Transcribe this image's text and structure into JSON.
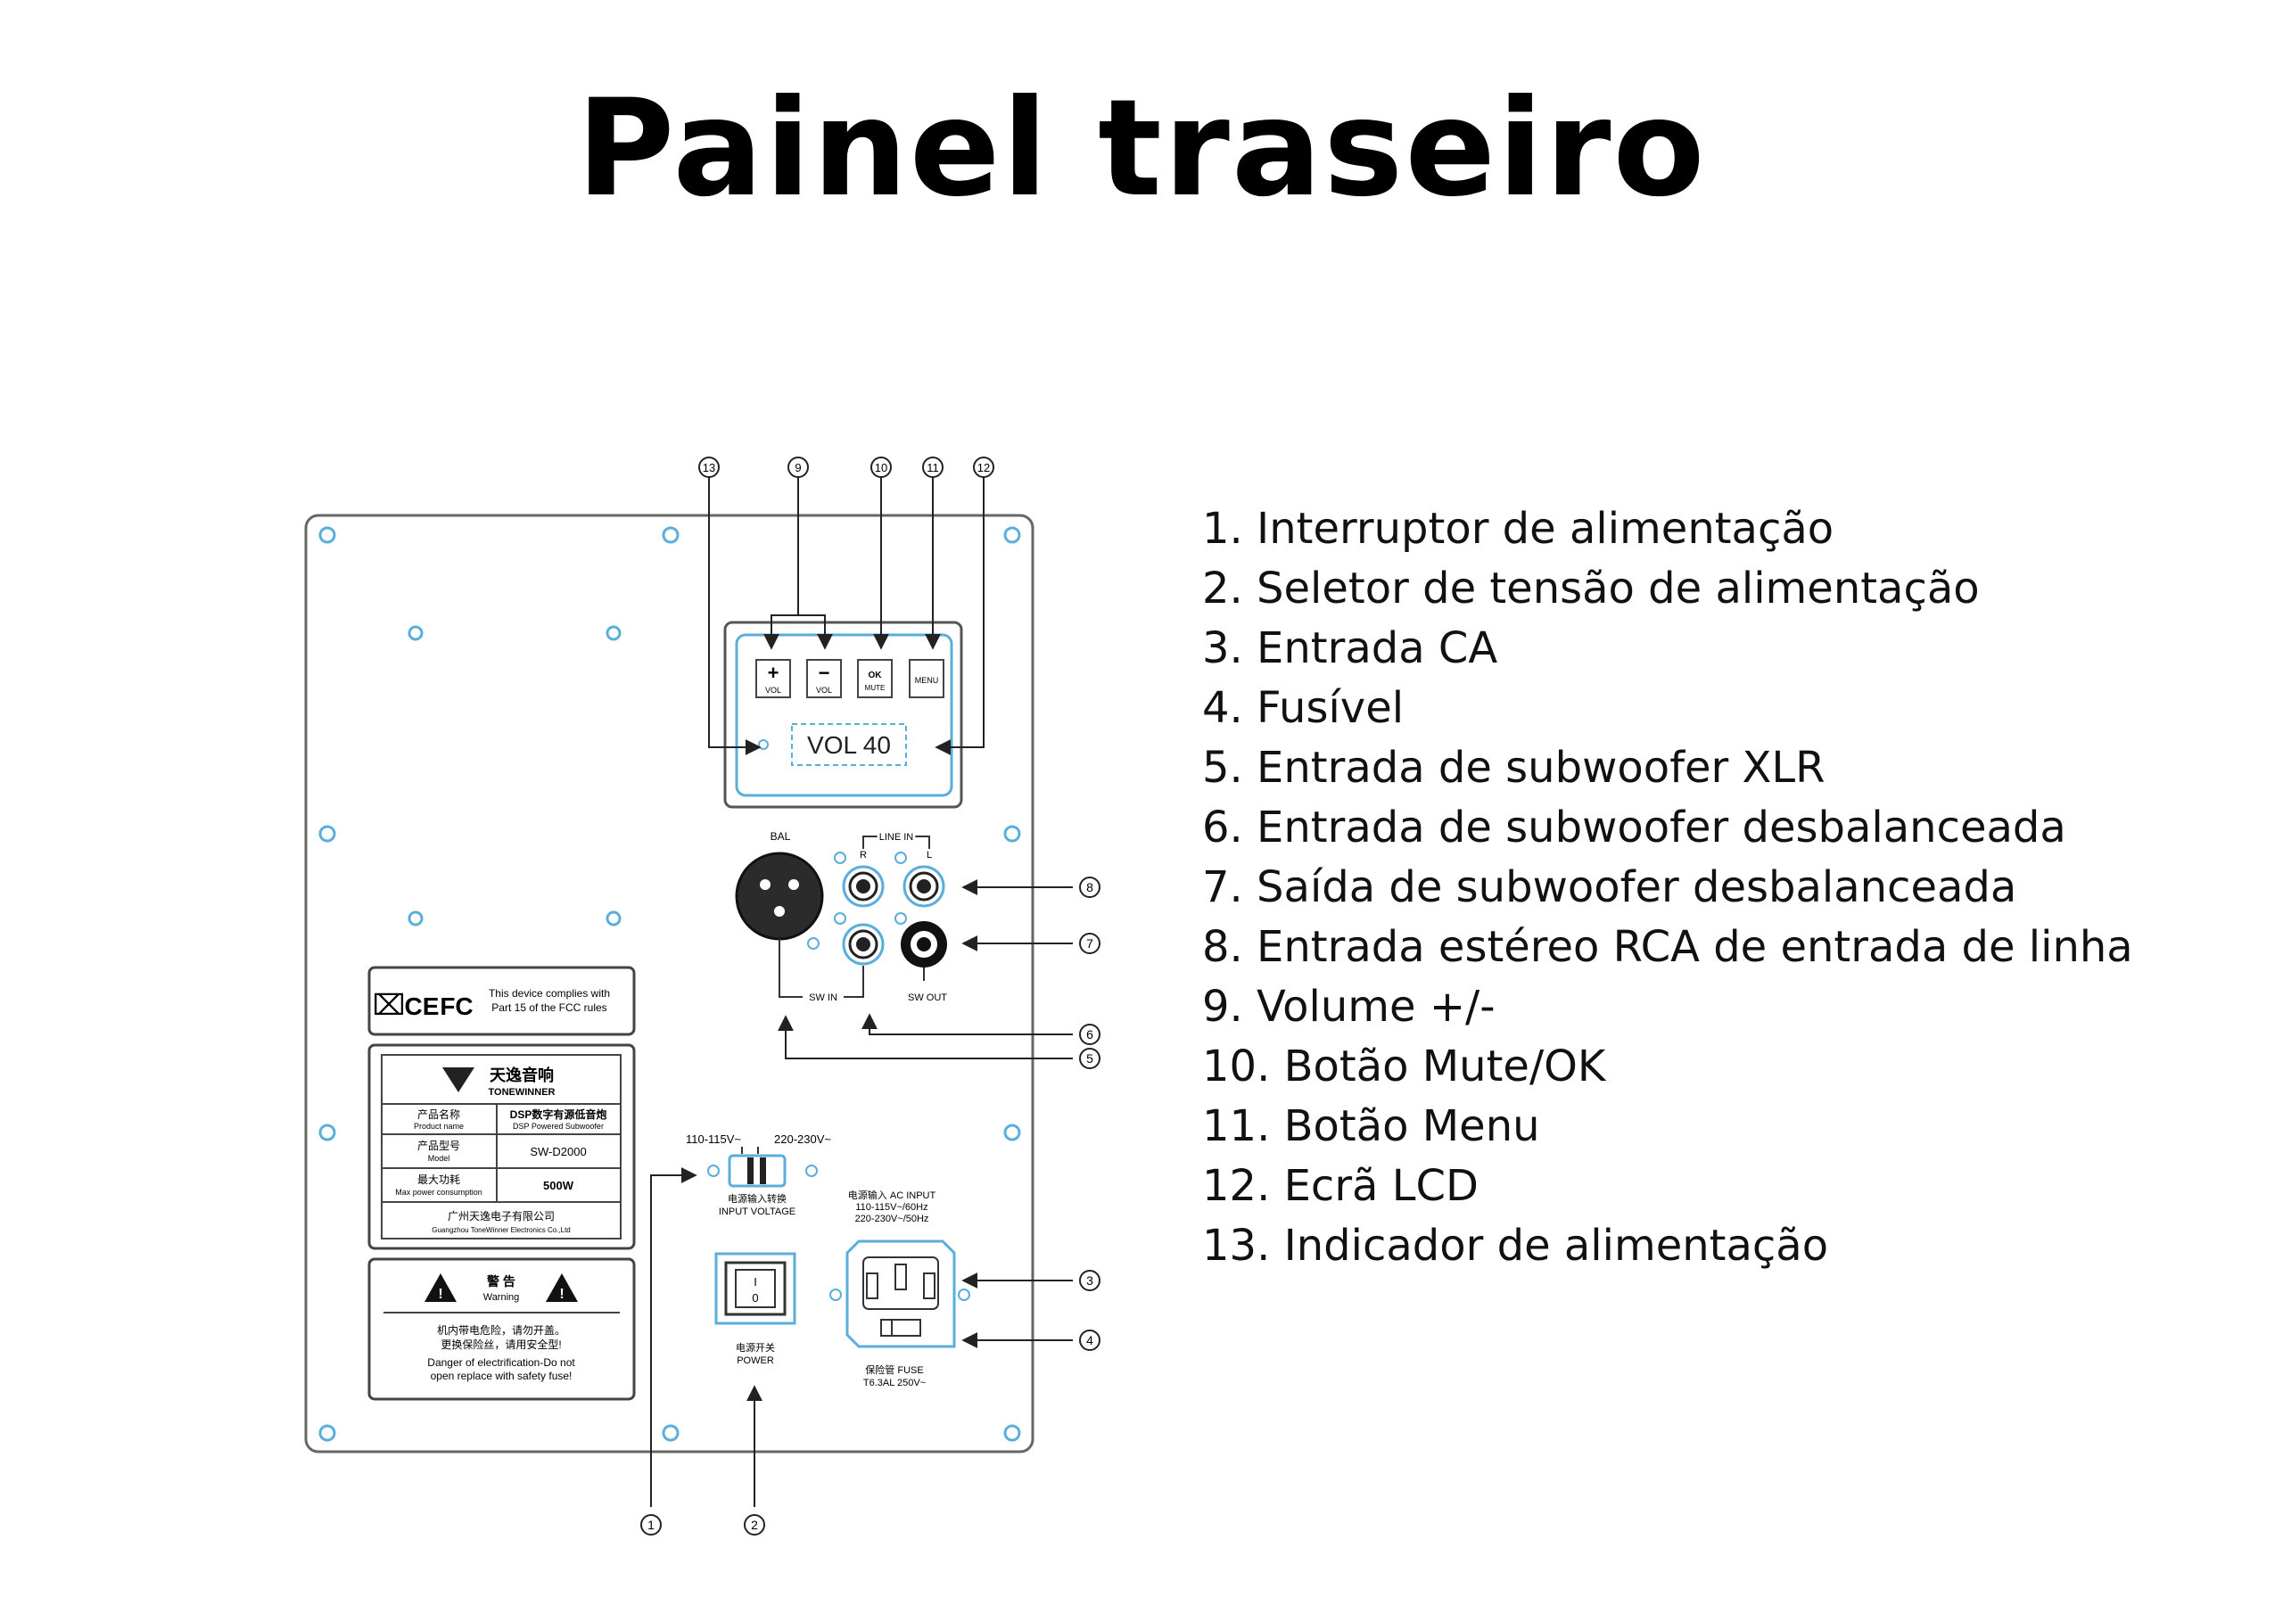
{
  "title": "Painel traseiro",
  "legend": [
    "1. Interruptor de alimentação",
    "2. Seletor de tensão de alimentação",
    "3. Entrada CA",
    "4. Fusível",
    "5. Entrada de subwoofer XLR",
    "6. Entrada de subwoofer desbalanceada",
    "7. Saída de subwoofer desbalanceada",
    "8. Entrada estéreo RCA de entrada de linha",
    "9. Volume +/-",
    "10. Botão Mute/OK",
    "11. Botão Menu",
    "12. Ecrã LCD",
    "13. Indicador de alimentação"
  ],
  "callouts": {
    "n1": "1",
    "n2": "2",
    "n3": "3",
    "n4": "4",
    "n5": "5",
    "n6": "6",
    "n7": "7",
    "n8": "8",
    "n9": "9",
    "n10": "10",
    "n11": "11",
    "n12": "12",
    "n13": "13"
  },
  "panel": {
    "btn_vol_plus": "VOL",
    "btn_vol_minus": "VOL",
    "btn_mute": "MUTE",
    "btn_ok": "OK",
    "btn_menu": "MENU",
    "lcd": "VOL 40",
    "bal": "BAL",
    "line_in": "LINE IN",
    "r": "R",
    "l": "L",
    "sw_in": "SW IN",
    "sw_out": "SW OUT",
    "fcc": "This device complies with",
    "fcc2": "Part 15 of the FCC rules",
    "ce": "CE",
    "fc": "FC",
    "brand_cn": "天逸音响",
    "brand_en": "TONEWINNER",
    "row1_cn": "产品名称",
    "row1_en": "Product name",
    "row1_v_cn": "DSP数字有源低音炮",
    "row1_v_en": "DSP Powered Subwoofer",
    "row2_cn": "产品型号",
    "row2_en": "Model",
    "row2_v": "SW-D2000",
    "row3_cn": "最大功耗",
    "row3_en": "Max power consumption",
    "row3_v": "500W",
    "company_cn": "广州天逸电子有限公司",
    "company_en": "Guangzhou ToneWinner Electronics Co.,Ltd",
    "warn_cn": "警 告",
    "warn_en": "Warning",
    "warn1": "机内带电危险，请勿开盖。",
    "warn2": "更换保险丝，请用安全型!",
    "warn3": "Danger of electrification-Do not",
    "warn4": "open replace with safety fuse!",
    "v_low": "110-115V~",
    "v_high": "220-230V~",
    "vsel_cn": "电源输入转换",
    "vsel_en": "INPUT  VOLTAGE",
    "sw_i": "I",
    "sw_o": "0",
    "pwr_cn": "电源开关",
    "pwr_en": "POWER",
    "ac_cn": "电源输入 AC INPUT",
    "ac1": "110-115V~/60Hz",
    "ac2": "220-230V~/50Hz",
    "fuse_cn": "保险管 FUSE",
    "fuse_v": "T6.3AL  250V~"
  },
  "colors": {
    "panel_stroke": "#666666",
    "accent_blue": "#5aaedb",
    "text": "#111111"
  }
}
